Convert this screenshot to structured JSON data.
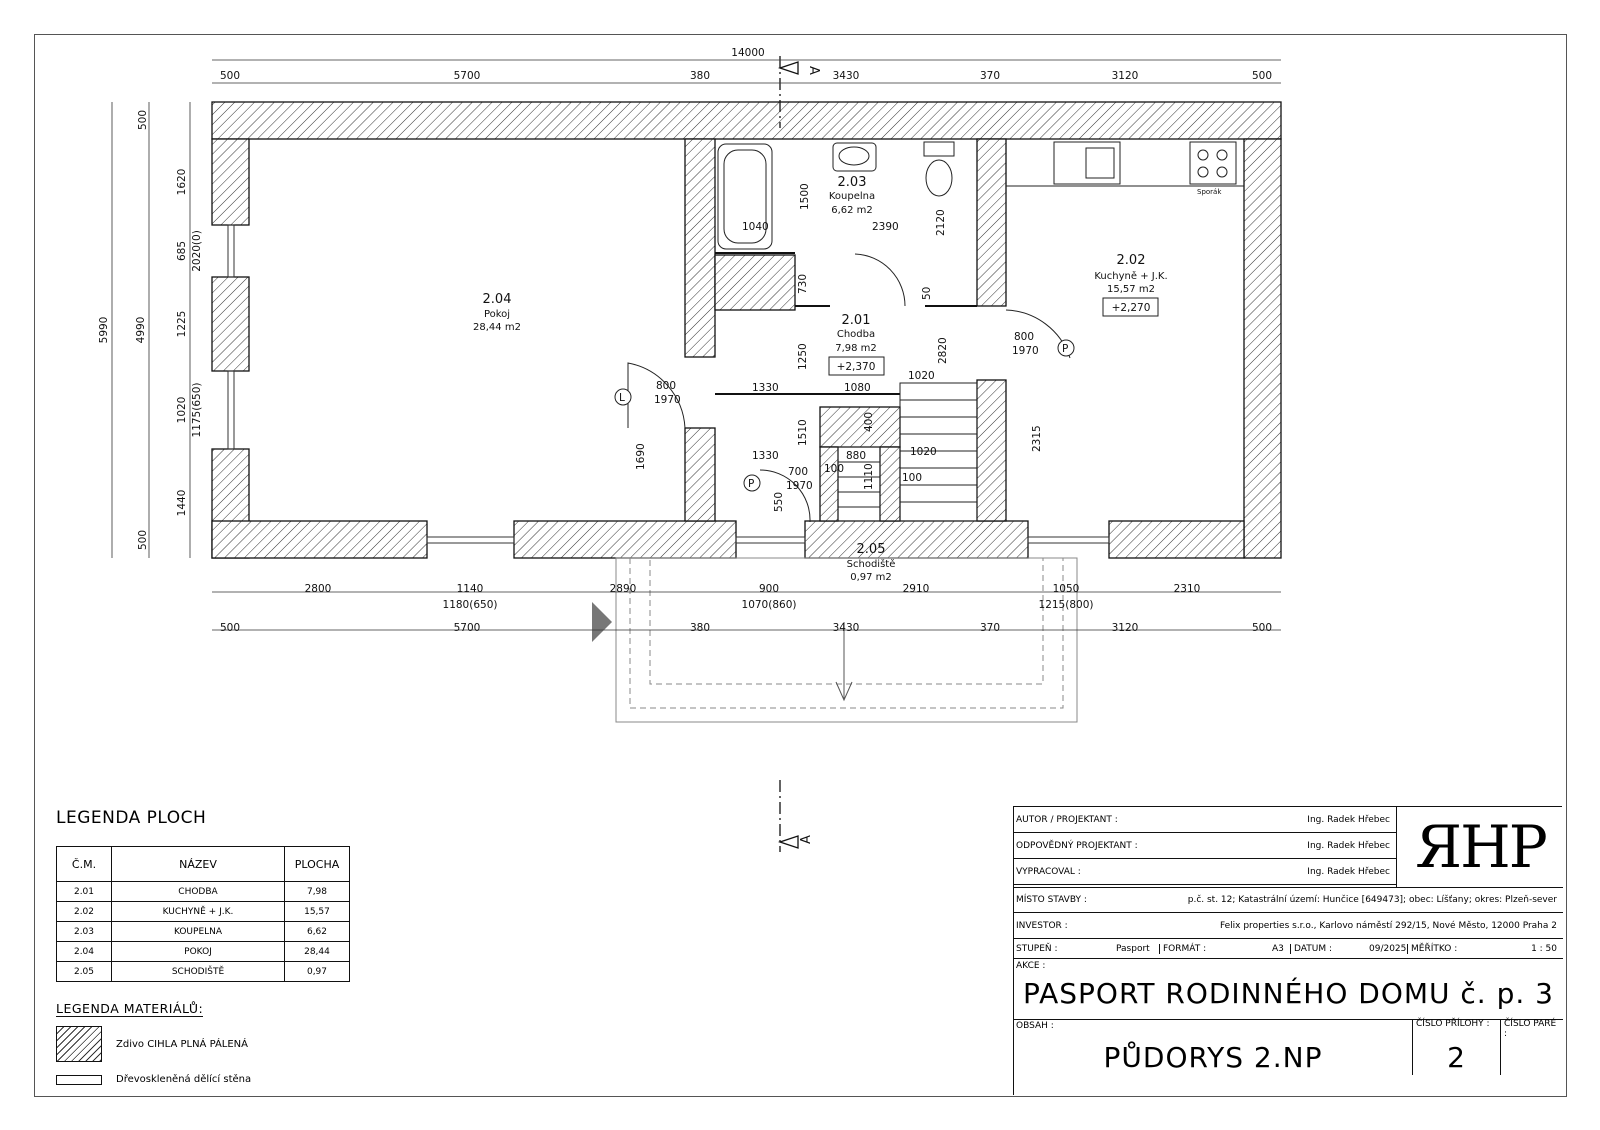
{
  "drawing": {
    "total_width": "14000",
    "section_mark": "A",
    "top_dims": [
      "500",
      "5700",
      "380",
      "3430",
      "370",
      "3120",
      "500"
    ],
    "bottom_outer_dims": [
      "500",
      "5700",
      "380",
      "3430",
      "370",
      "3120",
      "500"
    ],
    "bottom_opening_dims": [
      "2800",
      "1140",
      "2890",
      "900",
      "2910",
      "1050",
      "2310"
    ],
    "bottom_opening_sub": [
      "1180(650)",
      "1070(860)",
      "1215(800)"
    ],
    "left_outer": "5990",
    "left_inner": "4990",
    "left_chain": [
      "500",
      "1620",
      "685",
      "1225",
      "1020",
      "1440",
      "500"
    ],
    "left_chain_extra": [
      "2020(0)",
      "1175(650)"
    ],
    "rooms": [
      {
        "id": "2.04",
        "name": "Pokoj",
        "area": "28,44 m2"
      },
      {
        "id": "2.03",
        "name": "Koupelna",
        "area": "6,62 m2"
      },
      {
        "id": "2.02",
        "name": "Kuchyně + J.K.",
        "area": "15,57 m2",
        "level": "+2,270"
      },
      {
        "id": "2.01",
        "name": "Chodba",
        "area": "7,98 m2",
        "level": "+2,370"
      },
      {
        "id": "2.05",
        "name": "Schodiště",
        "area": "0,97 m2"
      }
    ],
    "inner_dims": {
      "bath_1040": "1040",
      "bath_1500": "1500",
      "bath_2390": "2390",
      "bath_2120": "2120",
      "d730": "730",
      "d50": "50",
      "d1250": "1250",
      "d2820": "2820",
      "d1330a": "1330",
      "d1080": "1080",
      "d1020a": "1020",
      "d1510": "1510",
      "d400": "400",
      "d880": "880",
      "d1020b": "1020",
      "d1330b": "1330",
      "d100a": "100",
      "d1110": "1110",
      "d100b": "100",
      "d550": "550",
      "d1690": "1690",
      "d2315": "2315"
    },
    "doors": [
      {
        "tag": "L",
        "w": "800",
        "h": "1970"
      },
      {
        "tag": "P",
        "w": "800",
        "h": "1970"
      },
      {
        "tag": "P",
        "w": "700",
        "h": "1970"
      }
    ],
    "stove_label": "Sporák"
  },
  "legend_plochy": {
    "title": "LEGENDA PLOCH",
    "headers": [
      "Č.M.",
      "NÁZEV",
      "PLOCHA"
    ],
    "rows": [
      [
        "2.01",
        "CHODBA",
        "7,98"
      ],
      [
        "2.02",
        "KUCHYNĚ + J.K.",
        "15,57"
      ],
      [
        "2.03",
        "KOUPELNA",
        "6,62"
      ],
      [
        "2.04",
        "POKOJ",
        "28,44"
      ],
      [
        "2.05",
        "SCHODIŠTĚ",
        "0,97"
      ]
    ]
  },
  "legend_materialu": {
    "title": "LEGENDA MATERIÁLŮ:",
    "items": [
      "Zdivo CIHLA PLNÁ PÁLENÁ",
      "Dřevoskleněná dělící stěna"
    ]
  },
  "title_block": {
    "autor_label": "AUTOR / PROJEKTANT :",
    "autor_value": "Ing. Radek Hřebec",
    "odpovedny_label": "ODPOVĚDNÝ PROJEKTANT :",
    "odpovedny_value": "Ing. Radek Hřebec",
    "vypracoval_label": "VYPRACOVAL :",
    "vypracoval_value": "Ing. Radek Hřebec",
    "logo": "ЯHP",
    "misto_label": "MÍSTO STAVBY :",
    "misto_value": "p.č. st. 12; Katastrální území: Hunčice [649473]; obec: Líšťany; okres: Plzeň-sever",
    "investor_label": "INVESTOR :",
    "investor_value": "Felix properties s.r.o., Karlovo náměstí 292/15, Nové Město, 12000 Praha 2",
    "stupen_label": "STUPEŇ :",
    "stupen_value": "Pasport",
    "format_label": "FORMÁT :",
    "format_value": "A3",
    "datum_label": "DATUM :",
    "datum_value": "09/2025",
    "meritko_label": "MĚŘÍTKO :",
    "meritko_value": "1 : 50",
    "akce_label": "AKCE :",
    "akce_value": "PASPORT RODINNÉHO DOMU č. p. 3",
    "obsah_label": "OBSAH :",
    "obsah_value": "PŮDORYS 2.NP",
    "priloha_label": "ČÍSLO PŘÍLOHY :",
    "priloha_value": "2",
    "pare_label": "ČÍSLO PARÉ :"
  }
}
